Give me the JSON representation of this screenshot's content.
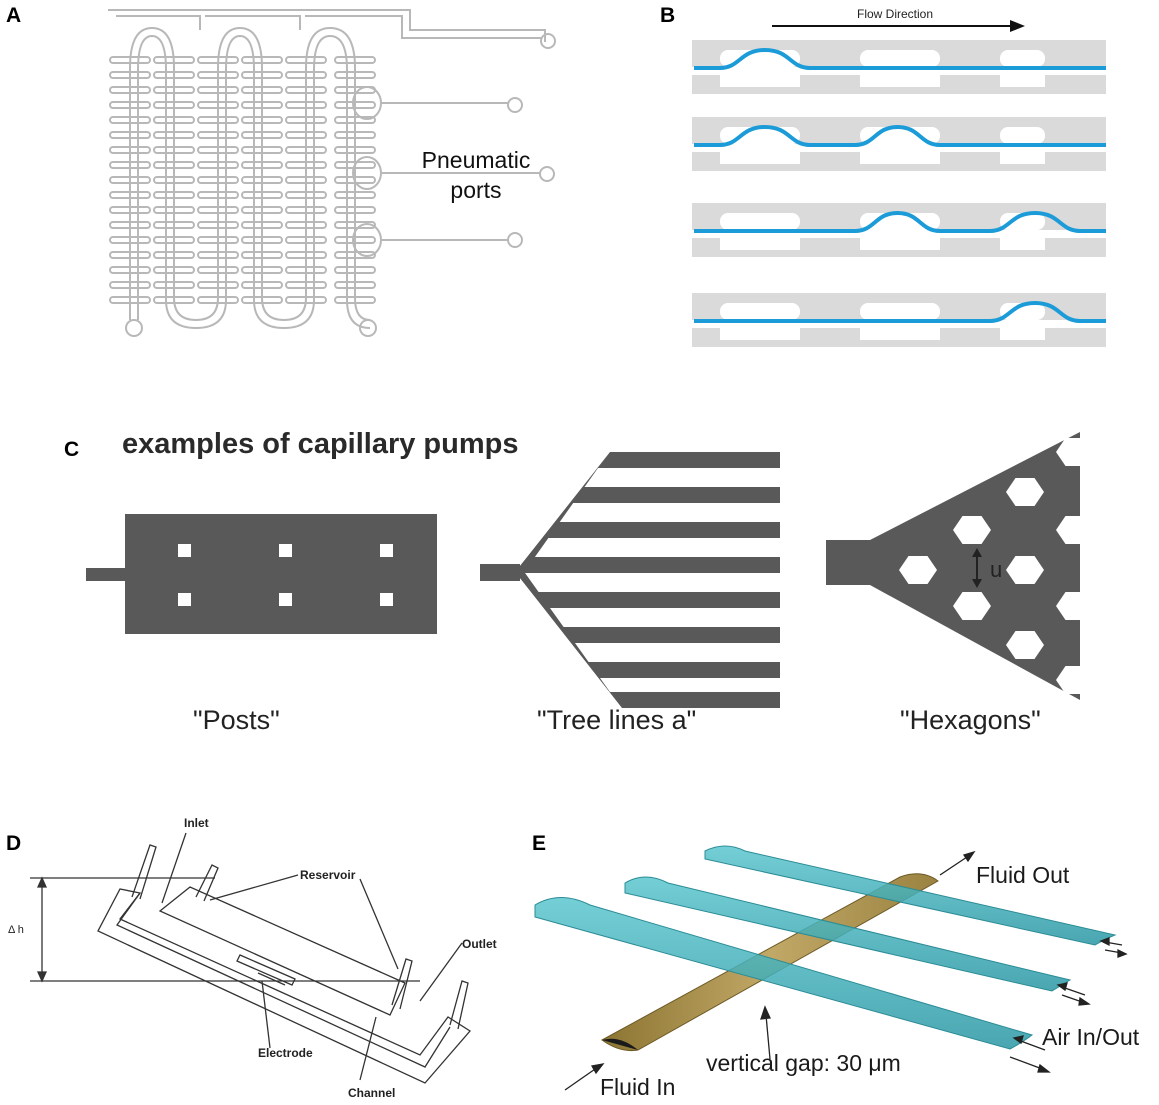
{
  "panels": {
    "a": {
      "letter": "A",
      "text_line1": "Pneumatic",
      "text_line2": "ports"
    },
    "b": {
      "letter": "B",
      "arrow_label": "Flow Direction"
    },
    "c": {
      "letter": "C",
      "title": "examples of capillary pumps",
      "captions": [
        "\"Posts\"",
        "\"Tree lines a\"",
        "\"Hexagons\""
      ],
      "dimension_label": "u"
    },
    "d": {
      "letter": "D",
      "labels": {
        "inlet": "Inlet",
        "reservoir": "Reservoir",
        "outlet": "Outlet",
        "electrode": "Electrode",
        "channel": "Channel",
        "height": "Δ h"
      }
    },
    "e": {
      "letter": "E",
      "labels": {
        "fluid_out": "Fluid Out",
        "fluid_in": "Fluid In",
        "air": "Air In/Out",
        "gap": "vertical gap: 30 μm"
      }
    }
  },
  "colors": {
    "channel_gray": "#dadada",
    "flow_blue": "#1b9bd7",
    "pump_gray": "#595959",
    "cyan": "#48b6c0",
    "gold": "#b39a52",
    "outline": "#b8b8b8"
  }
}
